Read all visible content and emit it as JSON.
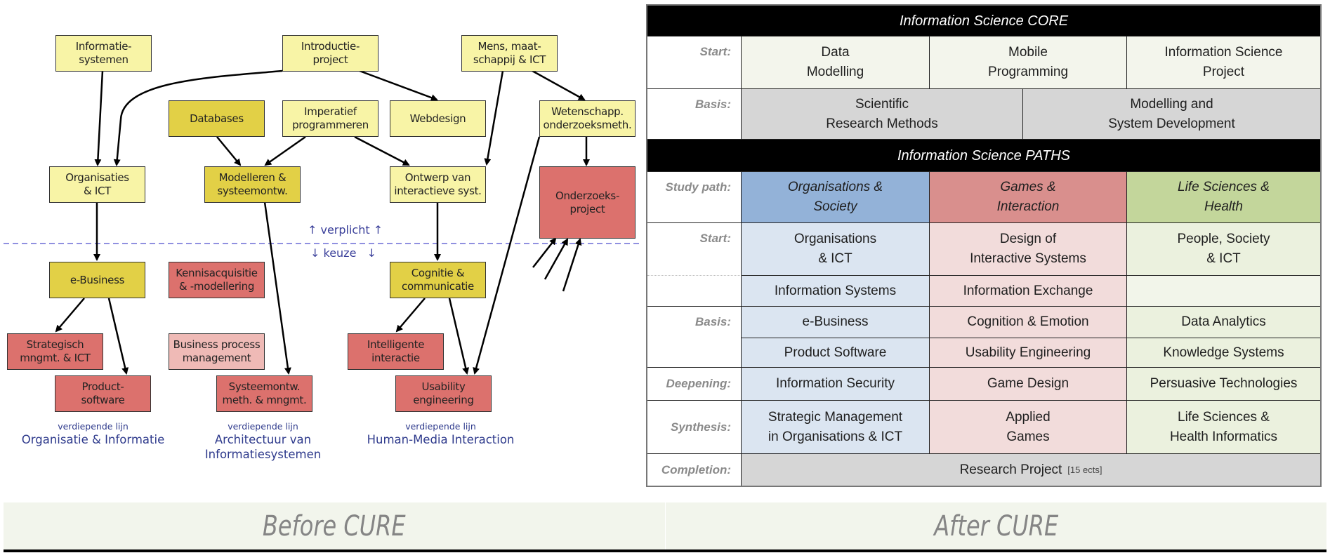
{
  "before": {
    "courses": {
      "informatiesystemen": "Informatie-\nsystemen",
      "introductieproject": "Introductie-\nproject",
      "mens_maatschappij": "Mens, maat-\nschappij & ICT",
      "databases": "Databases",
      "imperatief": "Imperatief\nprogrammeren",
      "webdesign": "Webdesign",
      "wetenschapp": "Wetenschapp.\nonderzoeksmeth.",
      "organisaties": "Organisaties\n& ICT",
      "modelleren": "Modelleren &\nsysteemontw.",
      "ontwerp": "Ontwerp van\ninteractieve syst.",
      "onderzoeksproject": "Onderzoeks-\nproject",
      "ebusiness": "e-Business",
      "kennisacquisitie": "Kennisacquisitie\n& -modellering",
      "cognitie": "Cognitie &\ncommunicatie",
      "strategisch": "Strategisch\nmngmt. & ICT",
      "bpm": "Business process\nmanagement",
      "intelligente": "Intelligente\ninteractie",
      "productsoftware": "Product-\nsoftware",
      "systeemontw": "Systeemontw.\nmeth. & mngmt.",
      "usability": "Usability\nengineering"
    },
    "divider": {
      "verplicht": "↑ verplicht ↑",
      "keuze": "↓ keuze   ↓"
    },
    "lanes": [
      {
        "sub": "verdiepende lijn",
        "main": "Organisatie & Informatie"
      },
      {
        "sub": "verdiepende lijn",
        "main": "Architectuur van\nInformatiesystemen"
      },
      {
        "sub": "verdiepende lijn",
        "main": "Human-Media Interaction"
      }
    ],
    "colors": {
      "mandatory_light": "#f8f4a6",
      "mandatory_dark": "#e2d046",
      "elective": "#dc716d",
      "elective_light": "#efbab6",
      "divider": "#6b6bd6",
      "lane_text": "#2e3a8c"
    }
  },
  "after": {
    "core_header": "Information Science CORE",
    "paths_header": "Information Science PATHS",
    "labels": {
      "start": "Start:",
      "basis": "Basis:",
      "study_path": "Study path:",
      "deepening": "Deepening:",
      "synthesis": "Synthesis:",
      "completion": "Completion:"
    },
    "core": {
      "start": [
        "Data\nModelling",
        "Mobile\nProgramming",
        "Information Science\nProject"
      ],
      "basis": [
        "Scientific\nResearch Methods",
        "Modelling and\nSystem Development"
      ]
    },
    "paths": [
      {
        "name": "Organisations &\nSociety",
        "start": [
          "Organisations\n& ICT",
          "Information Systems"
        ],
        "basis": [
          "e-Business",
          "Product Software"
        ],
        "deepening": "Information Security",
        "synthesis": "Strategic Management\nin Organisations & ICT"
      },
      {
        "name": "Games &\nInteraction",
        "start": [
          "Design of\nInteractive Systems",
          "Information Exchange"
        ],
        "basis": [
          "Cognition & Emotion",
          "Usability Engineering"
        ],
        "deepening": "Game Design",
        "synthesis": "Applied\nGames"
      },
      {
        "name": "Life Sciences &\nHealth",
        "start": [
          "People, Society\n& ICT",
          ""
        ],
        "basis": [
          "Data Analytics",
          "Knowledge Systems"
        ],
        "deepening": "Persuasive Technologies",
        "synthesis": "Life Sciences &\nHealth Informatics"
      }
    ],
    "completion": {
      "label": "Research Project",
      "ects": "[15 ects]"
    },
    "colors": {
      "path1": "#93b2d8",
      "path2": "#d98f8d",
      "path3": "#c3d69b"
    }
  },
  "captions": {
    "before": "Before CURE",
    "after": "After CURE"
  }
}
